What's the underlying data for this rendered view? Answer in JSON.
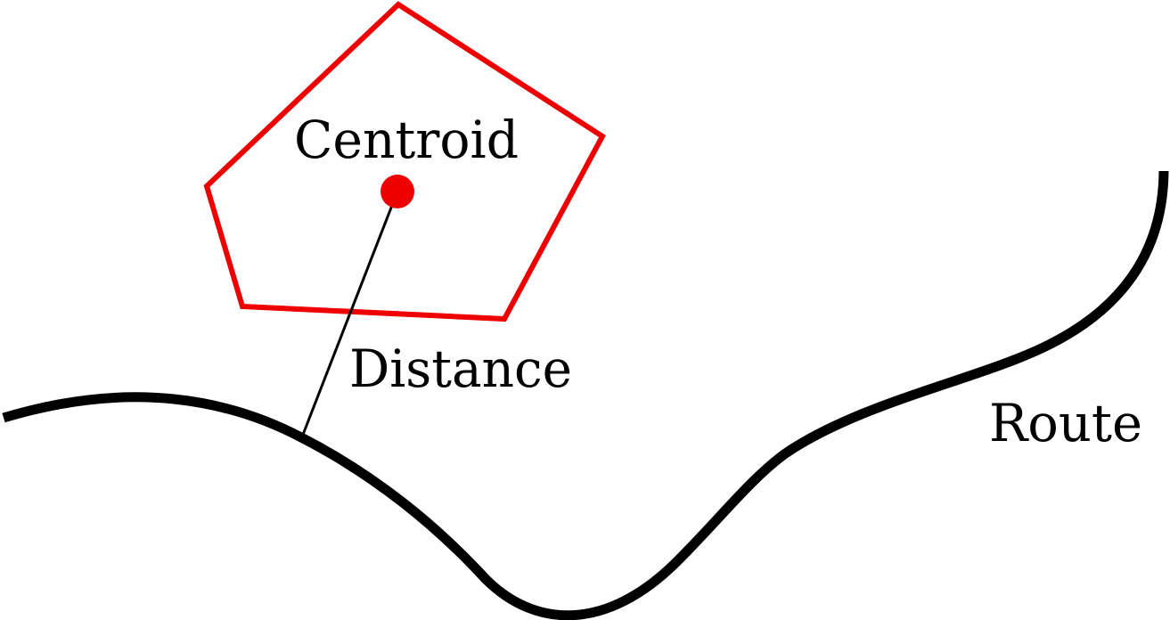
{
  "diagram": {
    "labels": {
      "centroid": "Centroid",
      "distance": "Distance",
      "route": "Route"
    },
    "colors": {
      "polygon": "#ee0000",
      "centroid_point": "#ee0000",
      "route": "#000000",
      "distance_line": "#000000",
      "text": "#000000"
    }
  }
}
